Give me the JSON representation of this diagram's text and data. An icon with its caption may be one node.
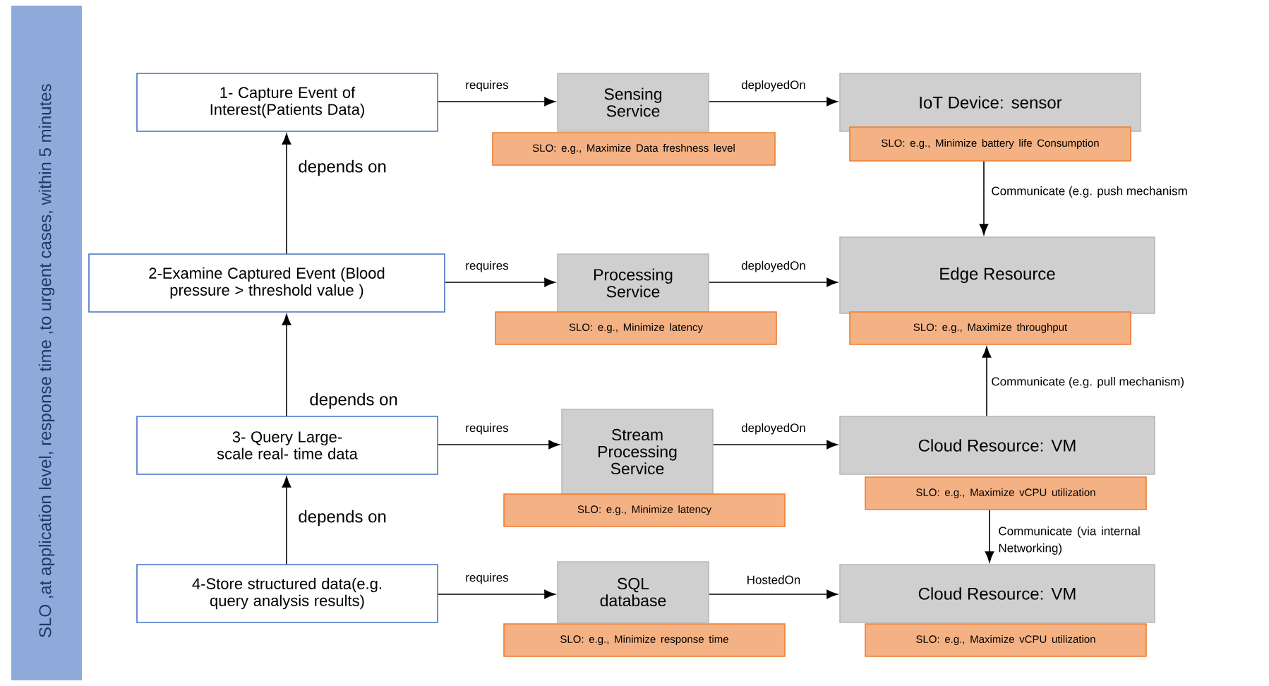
{
  "diagram": {
    "nodes": [
      {
        "text": [
          "SLO ,at application level, response time ,to urgent cases,  within 5 minutes"
        ]
      },
      {
        "text": [
          "1- Capture Event of Interest(Patients Data)"
        ]
      },
      {
        "text": [
          "Sensing Service"
        ]
      },
      {
        "text": [
          "SLO: e.g., Maximize Data freshness level"
        ]
      },
      {
        "text": [
          "IoT  Device: sensor"
        ]
      },
      {
        "text": [
          "SLO: e.g., Minimize battery life Consumption"
        ]
      },
      {
        "text": [
          "2-Examine Captured Event (Blood pressure > threshold value )"
        ]
      },
      {
        "text": [
          "Processing Service"
        ]
      },
      {
        "text": [
          "SLO: e.g., Minimize latency"
        ]
      },
      {
        "text": [
          "Edge Resource"
        ]
      },
      {
        "text": [
          "SLO: e.g., Maximize throughput"
        ]
      },
      {
        "text": [
          "3- Query Large- scale  real- time data"
        ]
      },
      {
        "text": [
          "Stream Processing Service"
        ]
      },
      {
        "text": [
          "SLO: e.g., Minimize latency"
        ]
      },
      {
        "text": [
          "Cloud Resource: VM"
        ]
      },
      {
        "text": [
          "SLO: e.g., Maximize vCPU utilization"
        ]
      },
      {
        "text": [
          "4-Store structured data(e.g. query analysis results)"
        ]
      },
      {
        "text": [
          "SQL database"
        ]
      },
      {
        "text": [
          "SLO: e.g., Minimize response time"
        ]
      },
      {
        "text": [
          "Cloud Resource: VM"
        ]
      },
      {
        "text": [
          "SLO: e.g., Maximize vCPU utilization"
        ]
      }
    ],
    "edges": [
      {
        "from": 1,
        "to": 2,
        "arrow": "to",
        "label": "requires"
      },
      {
        "from": 2,
        "to": 4,
        "arrow": "to",
        "label": "deployedOn"
      },
      {
        "from": 5,
        "to": 9,
        "arrow": "to",
        "label": "Communicate  (e.g. push mechanism"
      },
      {
        "from": 6,
        "to": 1,
        "arrow": "to",
        "label": "depends on"
      },
      {
        "from": 6,
        "to": 7,
        "arrow": "to",
        "label": "requires"
      },
      {
        "from": 7,
        "to": 9,
        "arrow": "to",
        "label": "deployedOn"
      },
      {
        "from": 11,
        "to": 6,
        "arrow": "to",
        "label": "depends on"
      },
      {
        "from": 14,
        "to": 10,
        "arrow": "to",
        "label": "Communicate  (e.g. pull mechanism)"
      },
      {
        "from": 11,
        "to": 12,
        "arrow": "to",
        "label": "requires"
      },
      {
        "from": 12,
        "to": 14,
        "arrow": "to",
        "label": "deployedOn"
      },
      {
        "from": 16,
        "to": 11,
        "arrow": "to",
        "label": "depends on"
      },
      {
        "from": 15,
        "to": 19,
        "arrow": "to",
        "label": "Communicate  (via internal Networking)"
      },
      {
        "from": 16,
        "to": 17,
        "arrow": "to",
        "label": "requires"
      },
      {
        "from": 17,
        "to": 19,
        "arrow": "to",
        "label": "HostedOn"
      }
    ]
  }
}
